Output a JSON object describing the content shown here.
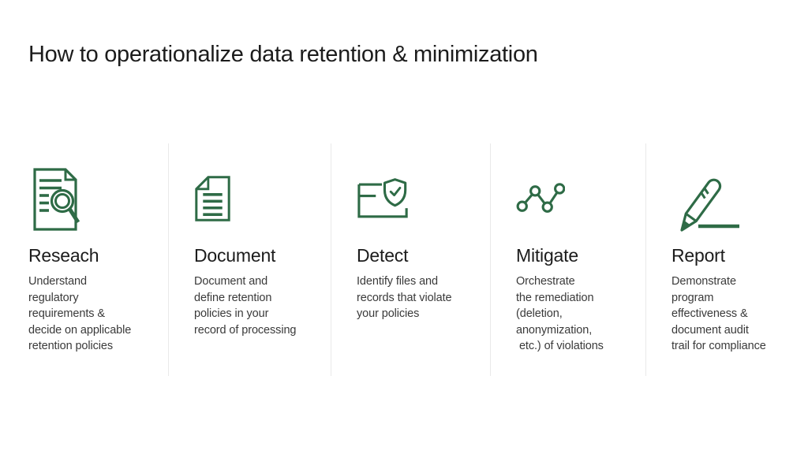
{
  "slide": {
    "title": "How to operationalize data retention & minimization",
    "accent_color": "#2e6b46",
    "divider_color": "#e9e9e9",
    "steps": [
      {
        "icon": "document-search-icon",
        "title": "Reseach",
        "body": "Understand\nregulatory\nrequirements &\ndecide on applicable\nretention policies"
      },
      {
        "icon": "document-icon",
        "title": "Document",
        "body": "Document and\ndefine retention\npolicies in your\nrecord of processing"
      },
      {
        "icon": "shield-check-folder-icon",
        "title": "Detect",
        "body": "Identify files and\nrecords that violate\nyour policies"
      },
      {
        "icon": "trend-nodes-icon",
        "title": "Mitigate",
        "body": "Orchestrate\nthe remediation\n(deletion,\nanonymization,\n etc.) of violations"
      },
      {
        "icon": "pencil-icon",
        "title": "Report",
        "body": "Demonstrate\nprogram\neffectiveness &\ndocument audit\ntrail for compliance"
      }
    ]
  }
}
